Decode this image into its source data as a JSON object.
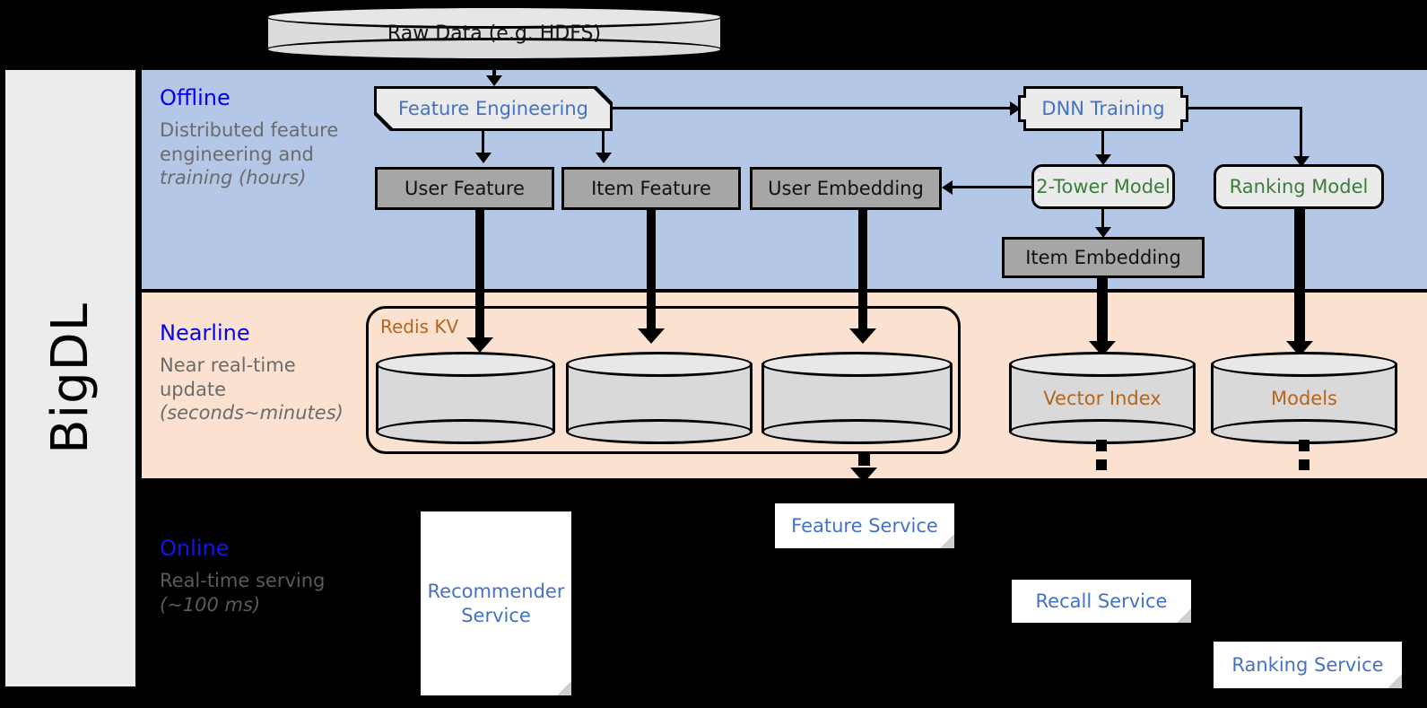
{
  "platform": {
    "name": "BigDL"
  },
  "sources": {
    "raw_data": "Raw Data (e.g. HDFS)"
  },
  "bands": [
    {
      "id": "offline",
      "title": "Offline",
      "subtitle": "Distributed feature engineering and ",
      "subtitle_em": "training (hours)",
      "color": "#b4c7e7"
    },
    {
      "id": "nearline",
      "title": "Nearline",
      "subtitle": "Near real-time update ",
      "subtitle_em": "(seconds~minutes)",
      "color": "#fbe1d0"
    },
    {
      "id": "online",
      "title": "Online",
      "subtitle": "Real-time serving ",
      "subtitle_em": "(~100 ms)",
      "color": "#000000"
    }
  ],
  "offline": {
    "feature_engineering": "Feature Engineering",
    "dnn_training": "DNN Training",
    "user_feature": "User Feature",
    "item_feature": "Item Feature",
    "user_embedding": "User Embedding",
    "two_tower_model": "2-Tower Model",
    "ranking_model": "Ranking Model",
    "item_embedding": "Item Embedding"
  },
  "nearline": {
    "redis_kv": "Redis KV",
    "store_user_feature": "",
    "store_item_feature": "",
    "store_user_embedding": "",
    "vector_index": "Vector Index",
    "models": "Models"
  },
  "online": {
    "recommender_service": "Recommender Service",
    "feature_service": "Feature Service",
    "recall_service": "Recall Service",
    "ranking_service": "Ranking Service"
  },
  "colors": {
    "offline_band": "#b4c7e7",
    "nearline_band": "#fbe1d0",
    "online_band": "#000000",
    "band_title": "#0000ee",
    "band_subtitle": "#6b6b6b",
    "proc_text_blue": "#4472c4",
    "proc_text_green": "#3c7d3c",
    "store_label": "#b5651d",
    "gray_box_fill": "#a6a6a6",
    "proc_box_fill": "#ebebeb",
    "sidebar_fill": "#ececec"
  }
}
